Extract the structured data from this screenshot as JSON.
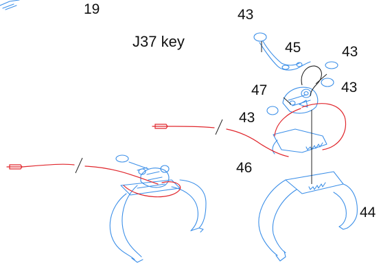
{
  "diagram": {
    "title": "J37 key",
    "callouts": {
      "c19": "19",
      "c43_top": "43",
      "c45": "45",
      "c43_right_top": "43",
      "c43_right_mid": "43",
      "c47": "47",
      "c43_left": "43",
      "c46": "46",
      "c44": "44"
    }
  },
  "colors": {
    "part_outline": "#3a8ee8",
    "wire": "#e0252b",
    "leader": "#222222"
  }
}
